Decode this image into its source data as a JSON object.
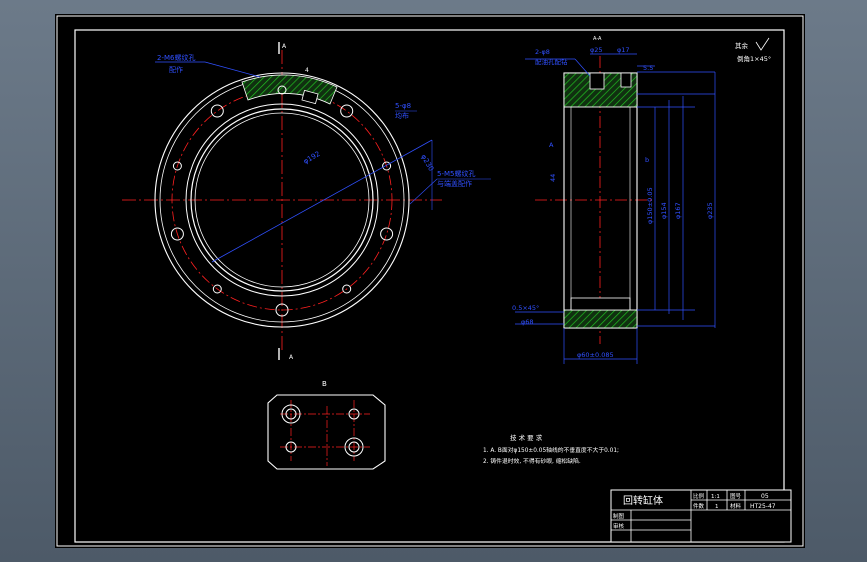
{
  "colors": {
    "background": "#000000",
    "outline": "#ffffff",
    "centerline": "#ff2020",
    "dimension": "#3050ff",
    "hatch": "#20c020",
    "viewport": "#5d6b7a"
  },
  "front_view": {
    "note1_line1": "2-M6螺纹孔",
    "note1_line2": "配作",
    "hole_note_1": "5-φ8",
    "hole_note_2": "均布",
    "bolt_circle": "φ192",
    "pitch_circle": "φ230",
    "note2_line1": "5-M5螺纹孔",
    "note2_line2": "与端盖配作",
    "section_label_top": "A",
    "section_label_bottom": "A",
    "top_mark": "4"
  },
  "section_view": {
    "note_line1": "2-φ8",
    "note_line2": "配油孔配钻",
    "dim_phi25": "φ25",
    "dim_phi17": "φ17",
    "dim_55": "5.5",
    "dim_dia1": "φ150±0.05",
    "dim_dia2": "φ154",
    "dim_dia3": "φ167",
    "dim_dia4": "φ235",
    "dim_chamfer": "0.5×45°",
    "dim_phi68": "φ68",
    "dim_width": "φ60±0.085",
    "label_A": "A",
    "dim_44": "44",
    "dim_b": "b",
    "section_title": "A-A"
  },
  "corner_note": {
    "line1": "其余",
    "line2": "倒角1×45°"
  },
  "detail_view": {
    "label": "B"
  },
  "tech_req": {
    "title": "技 术 要 求",
    "line1": "1. A. B面对φ150±0.05轴线的不垂直度不大于0.01;",
    "line2": "2. 铸件退时效, 不得有砂眼, 缩松缺陷."
  },
  "title_block": {
    "part_name": "回转缸体",
    "label_ratio": "比例",
    "value_ratio": "1:1",
    "label_drawing": "图号",
    "value_drawing": "05",
    "label_qty": "件数",
    "value_qty": "1",
    "label_material": "材料",
    "value_material": "HT25-47",
    "label_draw": "制图",
    "label_check": "审核"
  }
}
